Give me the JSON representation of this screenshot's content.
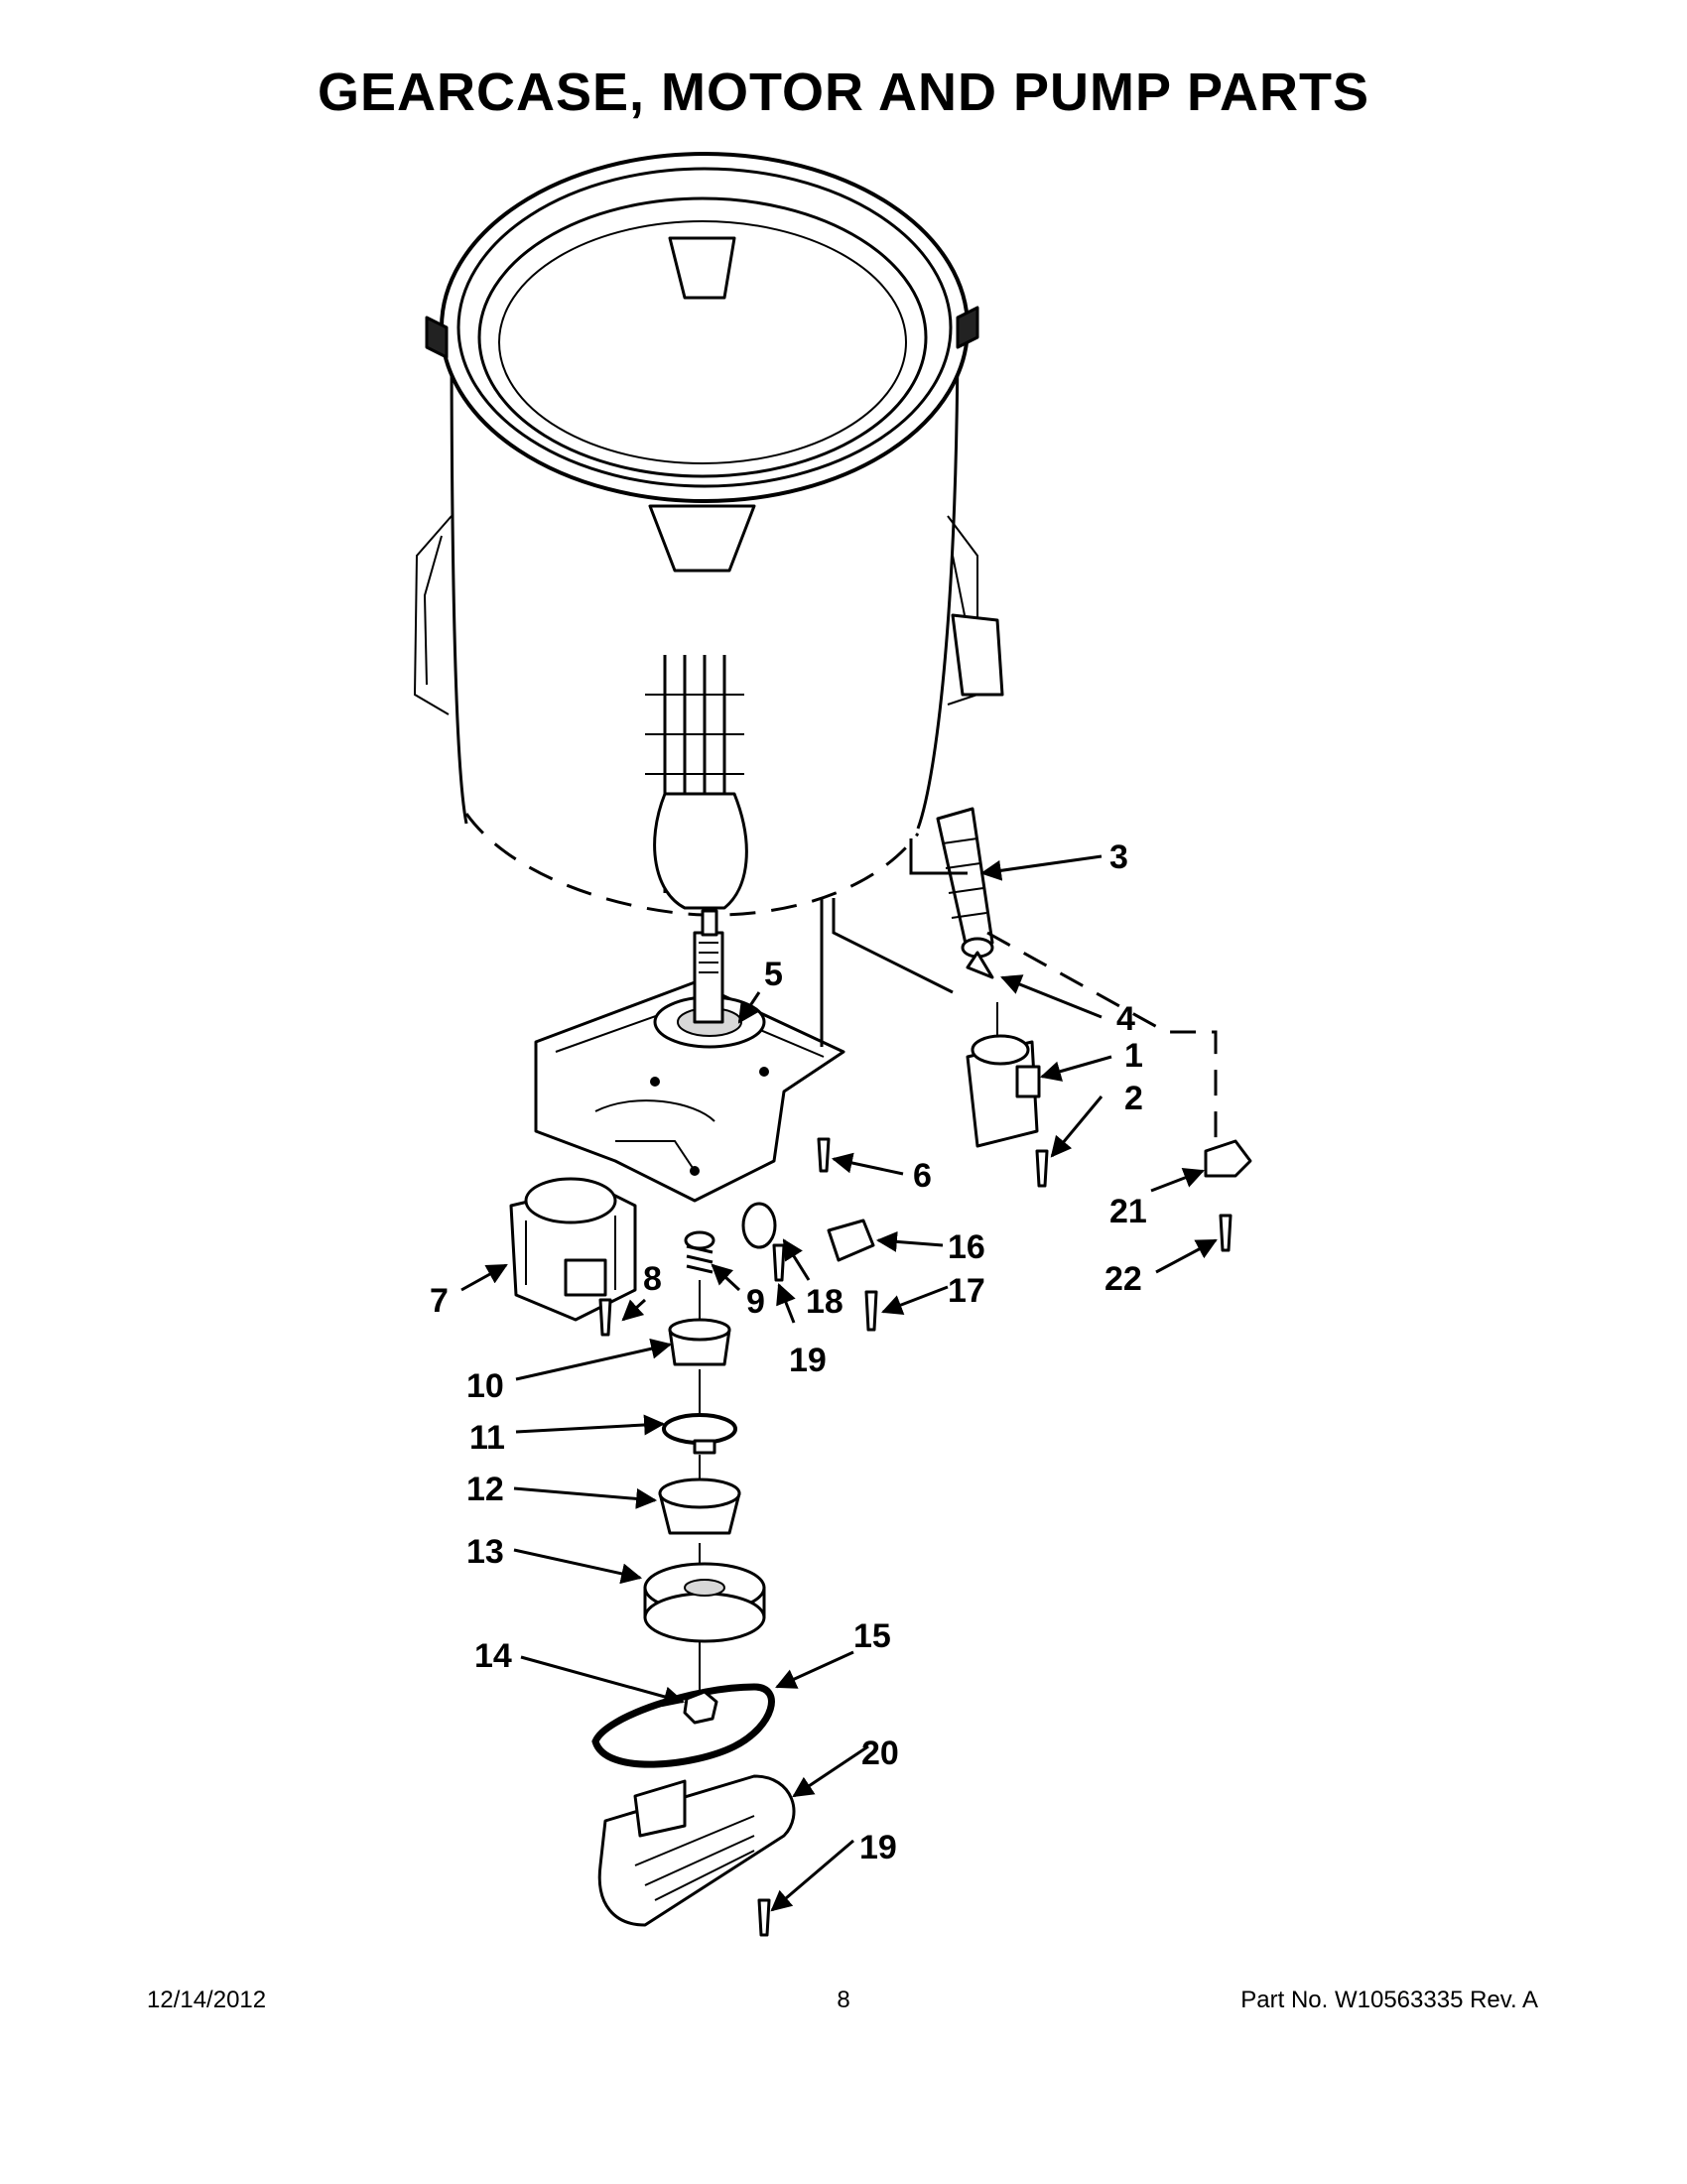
{
  "title": "GEARCASE, MOTOR AND PUMP PARTS",
  "callouts": {
    "c1": "1",
    "c2": "2",
    "c3": "3",
    "c4": "4",
    "c5": "5",
    "c6": "6",
    "c7": "7",
    "c8": "8",
    "c9": "9",
    "c10": "10",
    "c11": "11",
    "c12": "12",
    "c13": "13",
    "c14": "14",
    "c15": "15",
    "c16": "16",
    "c17": "17",
    "c18": "18",
    "c19a": "19",
    "c19b": "19",
    "c20": "20",
    "c21": "21",
    "c22": "22"
  },
  "footer": {
    "date": "12/14/2012",
    "page": "8",
    "part_no": "Part No.  W10563335  Rev.  A"
  }
}
